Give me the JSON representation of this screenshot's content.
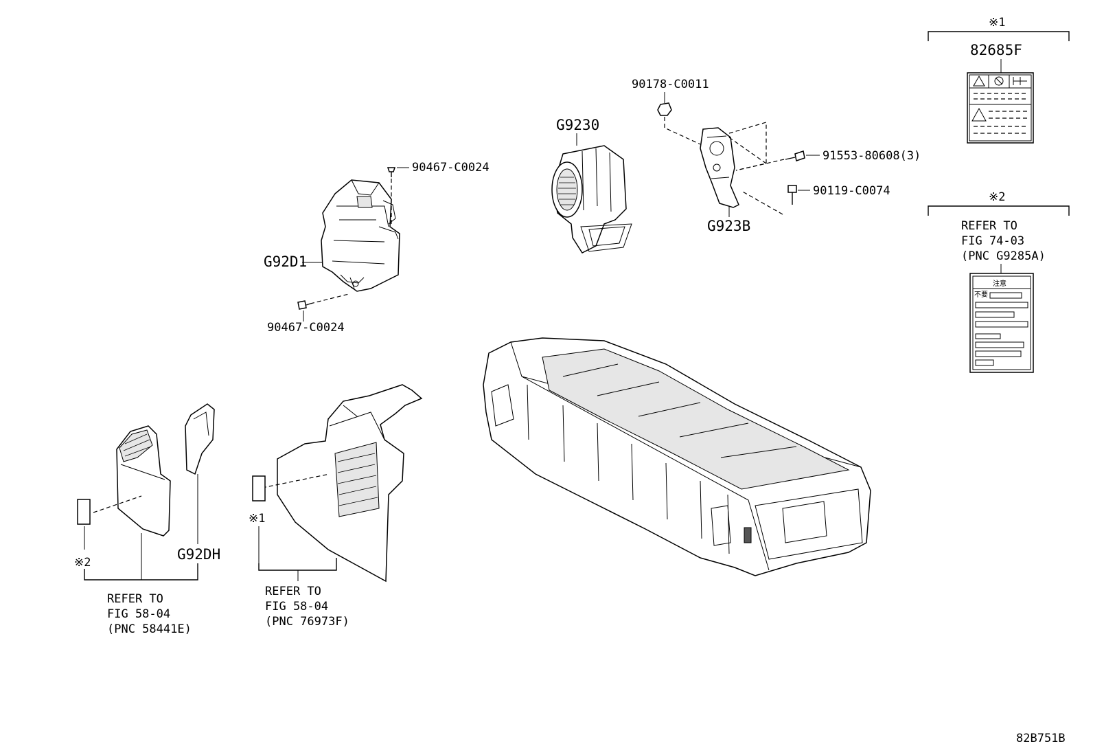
{
  "callouts": {
    "p90467_top": "90467-C0024",
    "p90467_bottom": "90467-C0024",
    "g92d1": "G92D1",
    "g9230": "G9230",
    "p90178": "90178-C0011",
    "p91553": "91553-80608(3)",
    "p90119": "90119-C0074",
    "g923b": "G923B",
    "p82685f": "82685F",
    "g92dh": "G92DH",
    "fig_code": "82B751B"
  },
  "notes": {
    "mark1_top": "※1",
    "mark2_right": "※2",
    "mark1_left": "※1",
    "mark2_left": "※2"
  },
  "references": {
    "right": {
      "line1": "REFER TO",
      "line2": "FIG 74-03",
      "line3": "(PNC G9285A)"
    },
    "left": {
      "line1": "REFER TO",
      "line2": "FIG 58-04",
      "line3": "(PNC 58441E)"
    },
    "middle": {
      "line1": "REFER TO",
      "line2": "FIG 58-04",
      "line3": "(PNC 76973F)"
    }
  },
  "label_sheet": {
    "title": "注意",
    "row1": "不要"
  }
}
